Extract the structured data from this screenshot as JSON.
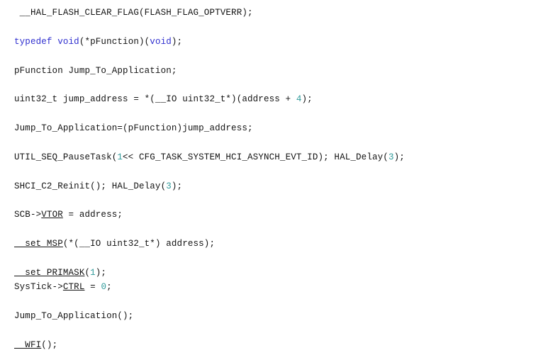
{
  "document": {
    "kind": "source-code-snippet",
    "language": "c",
    "background_color": "#ffffff",
    "colors": {
      "plain_text": "#131313",
      "keyword": "#2f2fcf",
      "number": "#2f9a9a"
    }
  },
  "code": {
    "lines": [
      {
        "id": "line-1",
        "blank": false,
        "tokens": [
          {
            "text": " __HAL_FLASH_CLEAR_FLAG(FLASH_FLAG_OPTVERR);",
            "style": "plain"
          }
        ]
      },
      {
        "id": "line-2",
        "blank": true,
        "tokens": []
      },
      {
        "id": "line-3",
        "blank": false,
        "tokens": [
          {
            "text": "typedef",
            "style": "keyword"
          },
          {
            "text": " ",
            "style": "plain"
          },
          {
            "text": "void",
            "style": "keyword"
          },
          {
            "text": "(*pFunction)(",
            "style": "plain"
          },
          {
            "text": "void",
            "style": "keyword"
          },
          {
            "text": ");",
            "style": "plain"
          }
        ]
      },
      {
        "id": "line-4",
        "blank": true,
        "tokens": []
      },
      {
        "id": "line-5",
        "blank": false,
        "tokens": [
          {
            "text": "pFunction Jump_To_Application;",
            "style": "plain"
          }
        ]
      },
      {
        "id": "line-6",
        "blank": true,
        "tokens": []
      },
      {
        "id": "line-7",
        "blank": false,
        "tokens": [
          {
            "text": "uint32_t jump_address = *(__IO uint32_t*)(address + ",
            "style": "plain"
          },
          {
            "text": "4",
            "style": "number"
          },
          {
            "text": ");",
            "style": "plain"
          }
        ]
      },
      {
        "id": "line-8",
        "blank": true,
        "tokens": []
      },
      {
        "id": "line-9",
        "blank": false,
        "tokens": [
          {
            "text": "Jump_To_Application=(pFunction)jump_address;",
            "style": "plain"
          }
        ]
      },
      {
        "id": "line-10",
        "blank": true,
        "tokens": []
      },
      {
        "id": "line-11",
        "blank": false,
        "tokens": [
          {
            "text": "UTIL_SEQ_PauseTask(",
            "style": "plain"
          },
          {
            "text": "1",
            "style": "number"
          },
          {
            "text": "<< CFG_TASK_SYSTEM_HCI_ASYNCH_EVT_ID); HAL_Delay(",
            "style": "plain"
          },
          {
            "text": "3",
            "style": "number"
          },
          {
            "text": ");",
            "style": "plain"
          }
        ]
      },
      {
        "id": "line-12",
        "blank": true,
        "tokens": []
      },
      {
        "id": "line-13",
        "blank": false,
        "tokens": [
          {
            "text": "SHCI_C2_Reinit(); HAL_Delay(",
            "style": "plain"
          },
          {
            "text": "3",
            "style": "number"
          },
          {
            "text": ");",
            "style": "plain"
          }
        ]
      },
      {
        "id": "line-14",
        "blank": true,
        "tokens": []
      },
      {
        "id": "line-15",
        "blank": false,
        "tokens": [
          {
            "text": "SCB->",
            "style": "plain"
          },
          {
            "text": "VTOR",
            "style": "underline"
          },
          {
            "text": " = address;",
            "style": "plain"
          }
        ]
      },
      {
        "id": "line-16",
        "blank": true,
        "tokens": []
      },
      {
        "id": "line-17",
        "blank": false,
        "tokens": [
          {
            "text": "__set_MSP",
            "style": "underline"
          },
          {
            "text": "(*(__IO uint32_t*) address);",
            "style": "plain"
          }
        ]
      },
      {
        "id": "line-18",
        "blank": true,
        "tokens": []
      },
      {
        "id": "line-19",
        "blank": false,
        "tokens": [
          {
            "text": "__set_PRIMASK",
            "style": "underline"
          },
          {
            "text": "(",
            "style": "plain"
          },
          {
            "text": "1",
            "style": "number"
          },
          {
            "text": ");",
            "style": "plain"
          }
        ]
      },
      {
        "id": "line-20",
        "blank": false,
        "tokens": [
          {
            "text": "SysTick->",
            "style": "plain"
          },
          {
            "text": "CTRL",
            "style": "underline"
          },
          {
            "text": " = ",
            "style": "plain"
          },
          {
            "text": "0",
            "style": "number"
          },
          {
            "text": ";",
            "style": "plain"
          }
        ]
      },
      {
        "id": "line-21",
        "blank": true,
        "tokens": []
      },
      {
        "id": "line-22",
        "blank": false,
        "tokens": [
          {
            "text": "Jump_To_Application();",
            "style": "plain"
          }
        ]
      },
      {
        "id": "line-23",
        "blank": true,
        "tokens": []
      },
      {
        "id": "line-24",
        "blank": false,
        "tokens": [
          {
            "text": "__WFI",
            "style": "underline"
          },
          {
            "text": "();",
            "style": "plain"
          }
        ]
      }
    ]
  }
}
